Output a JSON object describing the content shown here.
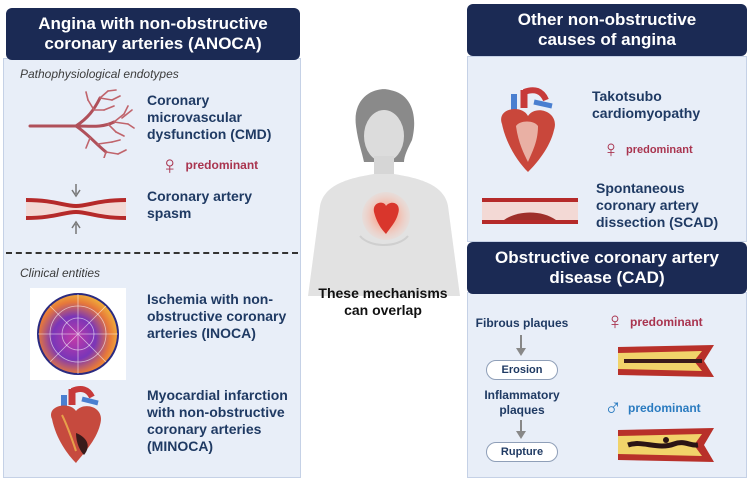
{
  "left": {
    "header_line1": "Angina with non-obstructive",
    "header_line2": "coronary arteries (ANOCA)",
    "endotypes_label": "Pathophysiological endotypes",
    "cmd_line1": "Coronary",
    "cmd_line2": "microvascular",
    "cmd_line3": "dysfunction (CMD)",
    "female_symbol": "♀",
    "predominant": "predominant",
    "spasm_line1": "Coronary artery",
    "spasm_line2": "spasm",
    "clinical_label": "Clinical entities",
    "inoca_line1": "Ischemia with non-",
    "inoca_line2": "obstructive coronary",
    "inoca_line3": "arteries (INOCA)",
    "minoca_line1": "Myocardial infarction",
    "minoca_line2": "with non-obstructive",
    "minoca_line3": "coronary arteries",
    "minoca_line4": "(MINOCA)"
  },
  "center": {
    "overlap_line1": "These mechanisms",
    "overlap_line2": "can overlap"
  },
  "right_top": {
    "header_line1": "Other non-obstructive",
    "header_line2": "causes of angina",
    "takotsubo_line1": "Takotsubo",
    "takotsubo_line2": "cardiomyopathy",
    "female_symbol": "♀",
    "predominant": "predominant",
    "scad_line1": "Spontaneous",
    "scad_line2": "coronary artery",
    "scad_line3": "dissection (SCAD)"
  },
  "right_bottom": {
    "header_line1": "Obstructive coronary artery",
    "header_line2": "disease (CAD)",
    "fibrous": "Fibrous plaques",
    "erosion": "Erosion",
    "inflammatory_line1": "Inflammatory",
    "inflammatory_line2": "plaques",
    "rupture": "Rupture",
    "female_symbol": "♀",
    "male_symbol": "♂",
    "female_predominant": "predominant",
    "male_predominant": "predominant"
  },
  "colors": {
    "header_bg": "#1b2a54",
    "panel_bg": "#e8eef8",
    "text_blue": "#1f3a63",
    "female": "#a9344f",
    "male": "#2a7bc0"
  }
}
